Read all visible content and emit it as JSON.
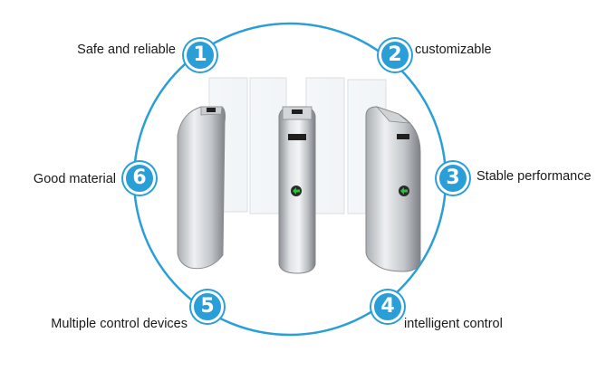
{
  "features": [
    {
      "number": "1",
      "label": "Safe and reliable"
    },
    {
      "number": "2",
      "label": "customizable"
    },
    {
      "number": "3",
      "label": "Stable performance"
    },
    {
      "number": "4",
      "label": "intelligent control"
    },
    {
      "number": "5",
      "label": "Multiple control devices"
    },
    {
      "number": "6",
      "label": "Good material"
    }
  ],
  "colors": {
    "ring": "#2a9ed6",
    "badge": "#2a9ed6",
    "steel_light": "#e4e6e8",
    "steel_dark": "#8a8e92",
    "arrow": "#2fbf3a"
  },
  "icons": {
    "turnstile": "speed-gate-turnstile-image",
    "arrow": "green-arrow-indicator-icon"
  }
}
